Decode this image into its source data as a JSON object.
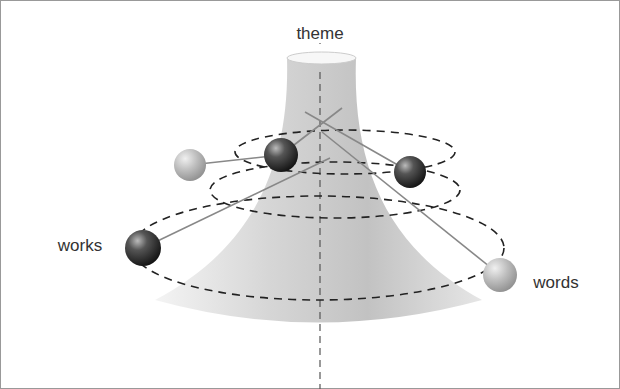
{
  "diagram": {
    "labels": [
      "theme",
      "works",
      "words"
    ]
  }
}
